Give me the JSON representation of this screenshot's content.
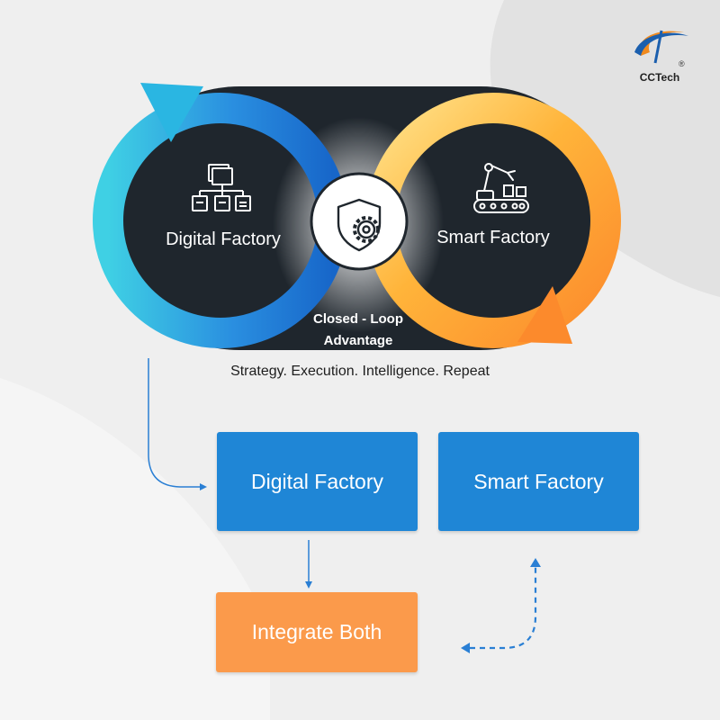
{
  "brand": {
    "name": "CCTech",
    "registered_mark": "®"
  },
  "loop": {
    "left_label": "Digital Factory",
    "right_label": "Smart Factory",
    "center_label_line1": "Closed - Loop",
    "center_label_line2": "Advantage"
  },
  "tagline": "Strategy. Execution. Intelligence. Repeat",
  "flow": {
    "box_digital": "Digital Factory",
    "box_smart": "Smart Factory",
    "box_integrate": "Integrate Both"
  },
  "colors": {
    "blue_box": "#1f86d6",
    "orange_box": "#fb9a4b",
    "dark_fill": "#1f262d",
    "cyan_arrow": "#3ecbe3",
    "orange_arrow": "#fc8a2c"
  },
  "icons": [
    "folder-hierarchy-icon",
    "shield-gear-icon",
    "robot-arm-conveyor-icon",
    "cctech-logo-icon"
  ]
}
